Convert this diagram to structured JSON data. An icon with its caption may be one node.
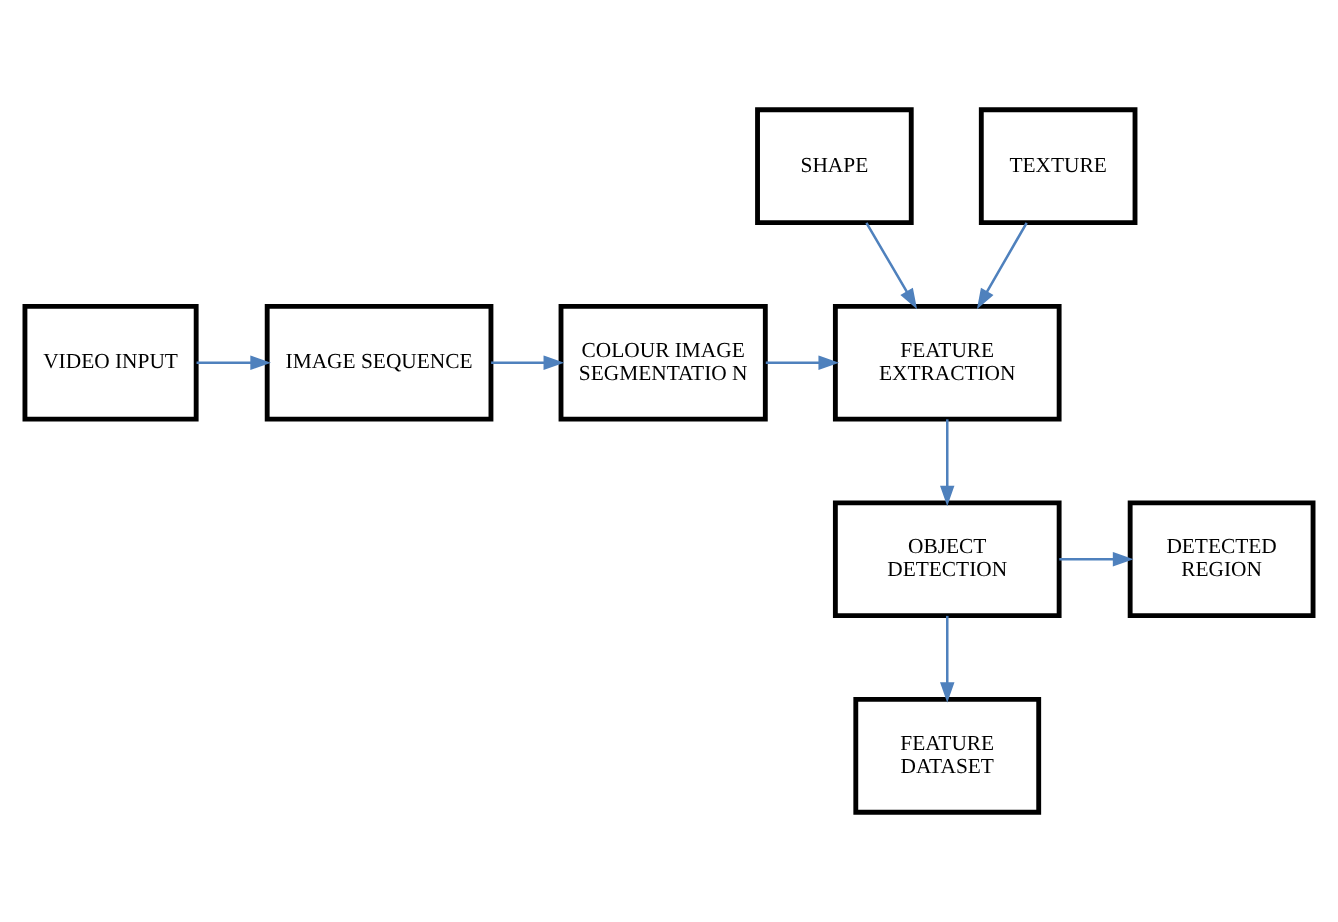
{
  "diagram": {
    "nodes": [
      {
        "text": [
          "SHAPE"
        ]
      },
      {
        "text": [
          "TEXTURE"
        ]
      },
      {
        "text": [
          "VIDEO INPUT"
        ]
      },
      {
        "text": [
          "IMAGE SEQUENCE"
        ]
      },
      {
        "text": [
          "COLOUR IMAGE SEGMENTATIO N"
        ]
      },
      {
        "text": [
          "FEATURE EXTRACTION"
        ]
      },
      {
        "text": [
          "DETECTED REGION"
        ]
      },
      {
        "text": [
          "OBJECT DETECTION"
        ]
      },
      {
        "text": [
          "FEATURE DATASET"
        ]
      }
    ],
    "edges": [
      {
        "from": 2,
        "to": 3,
        "arrow": "to"
      },
      {
        "from": 3,
        "to": 4,
        "arrow": "to"
      },
      {
        "from": 4,
        "to": 5,
        "arrow": "to"
      },
      {
        "from": 0,
        "to": 5,
        "arrow": "to"
      },
      {
        "from": 1,
        "to": 5,
        "arrow": "to"
      },
      {
        "from": 5,
        "to": 7,
        "arrow": "to"
      },
      {
        "from": 7,
        "to": 6,
        "arrow": "to"
      },
      {
        "from": 7,
        "to": 8,
        "arrow": "to"
      }
    ]
  }
}
